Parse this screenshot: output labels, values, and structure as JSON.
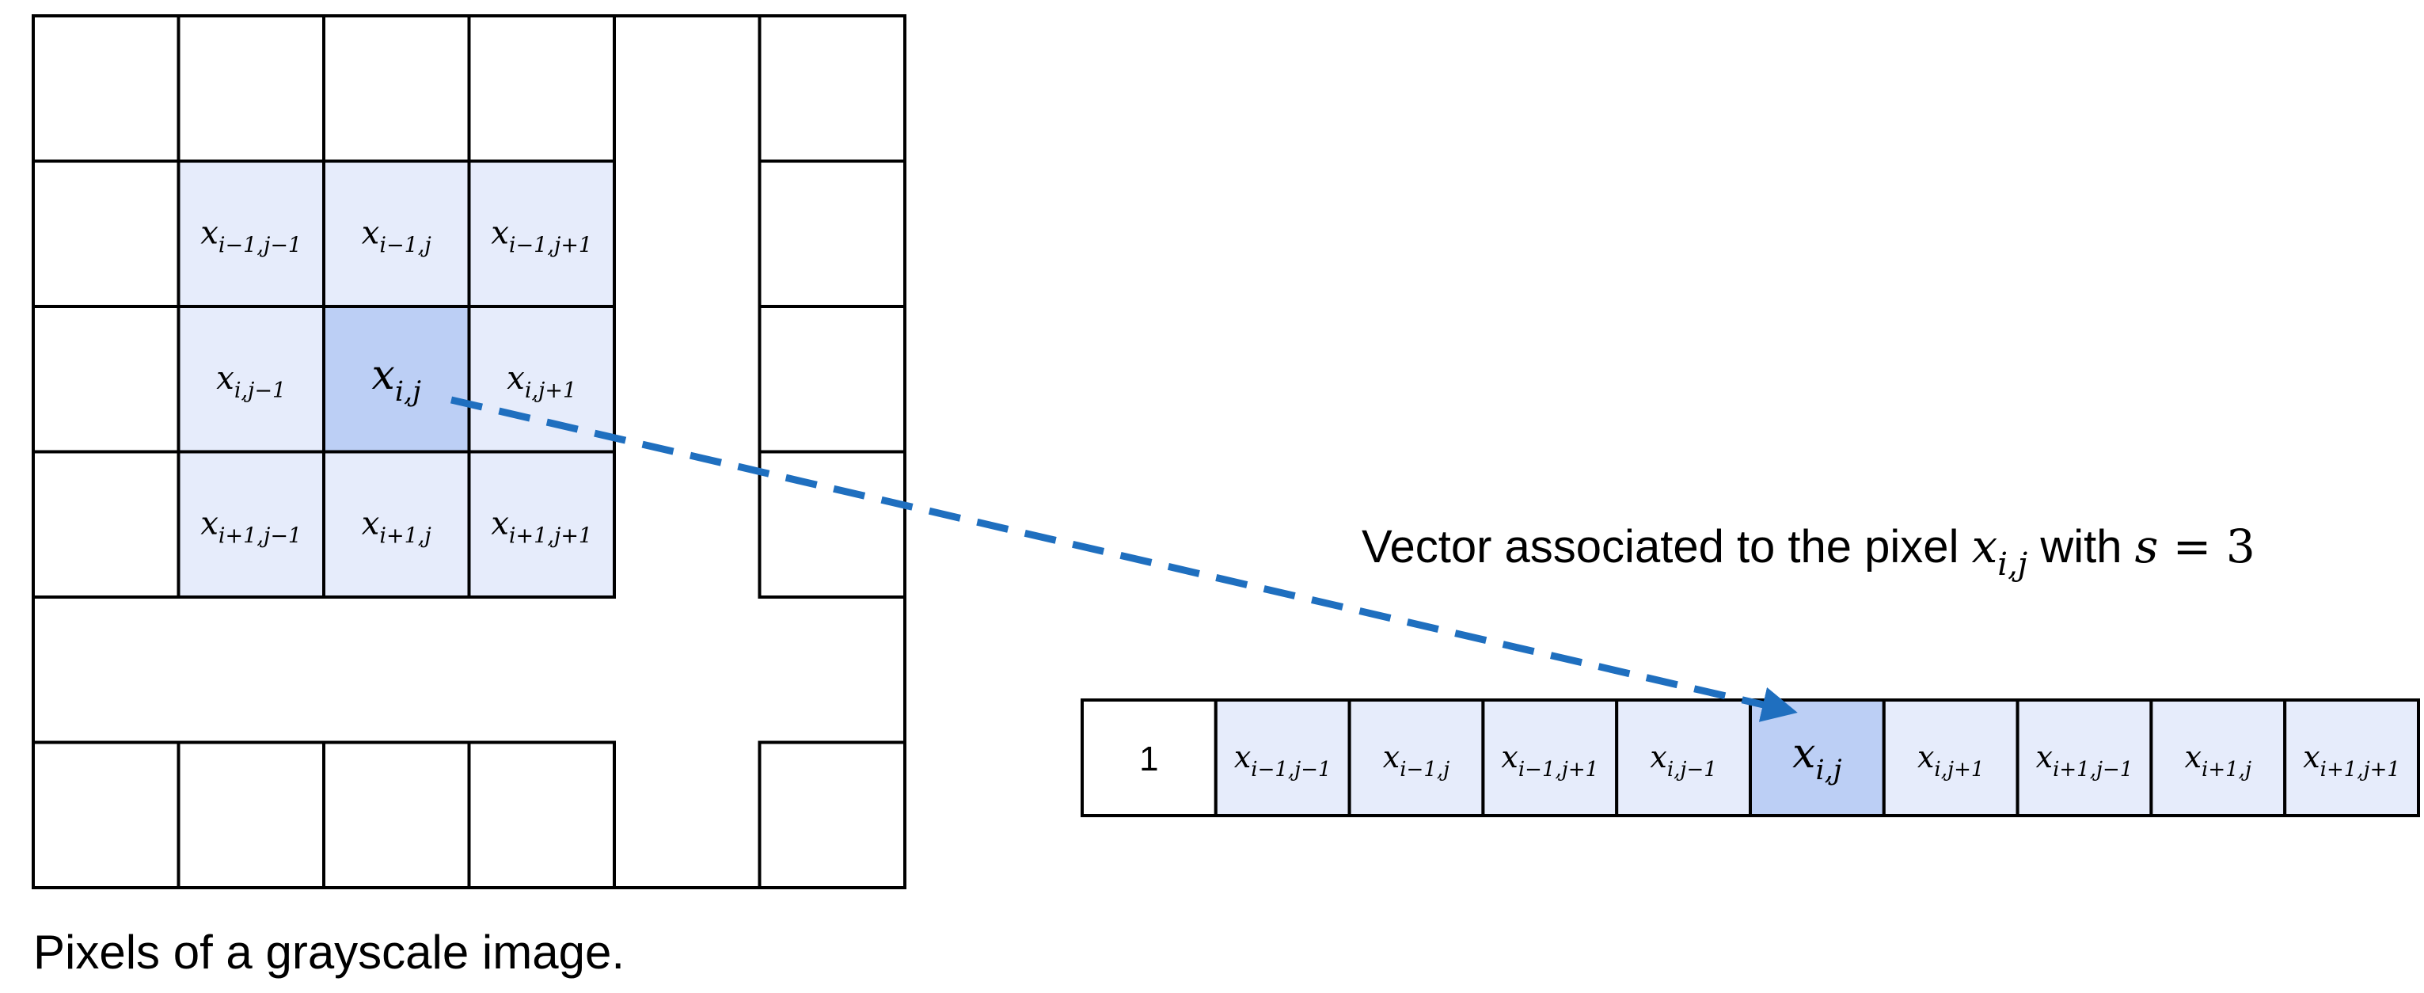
{
  "grid": {
    "rows": 6,
    "cols": 6,
    "highlight_color": "#e6ecfb",
    "center_color": "#bccff5",
    "line_color": "#000000",
    "cells": [
      {
        "row": 1,
        "col": 1,
        "sub": "i−1,j−1"
      },
      {
        "row": 1,
        "col": 2,
        "sub": "i−1,j"
      },
      {
        "row": 1,
        "col": 3,
        "sub": "i−1,j+1"
      },
      {
        "row": 2,
        "col": 1,
        "sub": "i,j−1"
      },
      {
        "row": 2,
        "col": 2,
        "sub": "i,j",
        "center": true
      },
      {
        "row": 2,
        "col": 3,
        "sub": "i,j+1"
      },
      {
        "row": 3,
        "col": 1,
        "sub": "i+1,j−1"
      },
      {
        "row": 3,
        "col": 2,
        "sub": "i+1,j"
      },
      {
        "row": 3,
        "col": 3,
        "sub": "i+1,j+1"
      }
    ]
  },
  "grid_caption": "Pixels of a grayscale image.",
  "vector_caption": {
    "prefix": "Vector associated to the pixel ",
    "var": "x",
    "sub": "i,j",
    "middle": " with ",
    "s_var": "s",
    "s_value": " = 3"
  },
  "vector": {
    "first_label": "1",
    "entries": [
      {
        "sub": "i−1,j−1"
      },
      {
        "sub": "i−1,j"
      },
      {
        "sub": "i−1,j+1"
      },
      {
        "sub": "i,j−1"
      },
      {
        "sub": "i,j",
        "center": true
      },
      {
        "sub": "i,j+1"
      },
      {
        "sub": "i+1,j−1"
      },
      {
        "sub": "i+1,j"
      },
      {
        "sub": "i+1,j+1"
      }
    ]
  },
  "arrow_color": "#1f6fbf"
}
